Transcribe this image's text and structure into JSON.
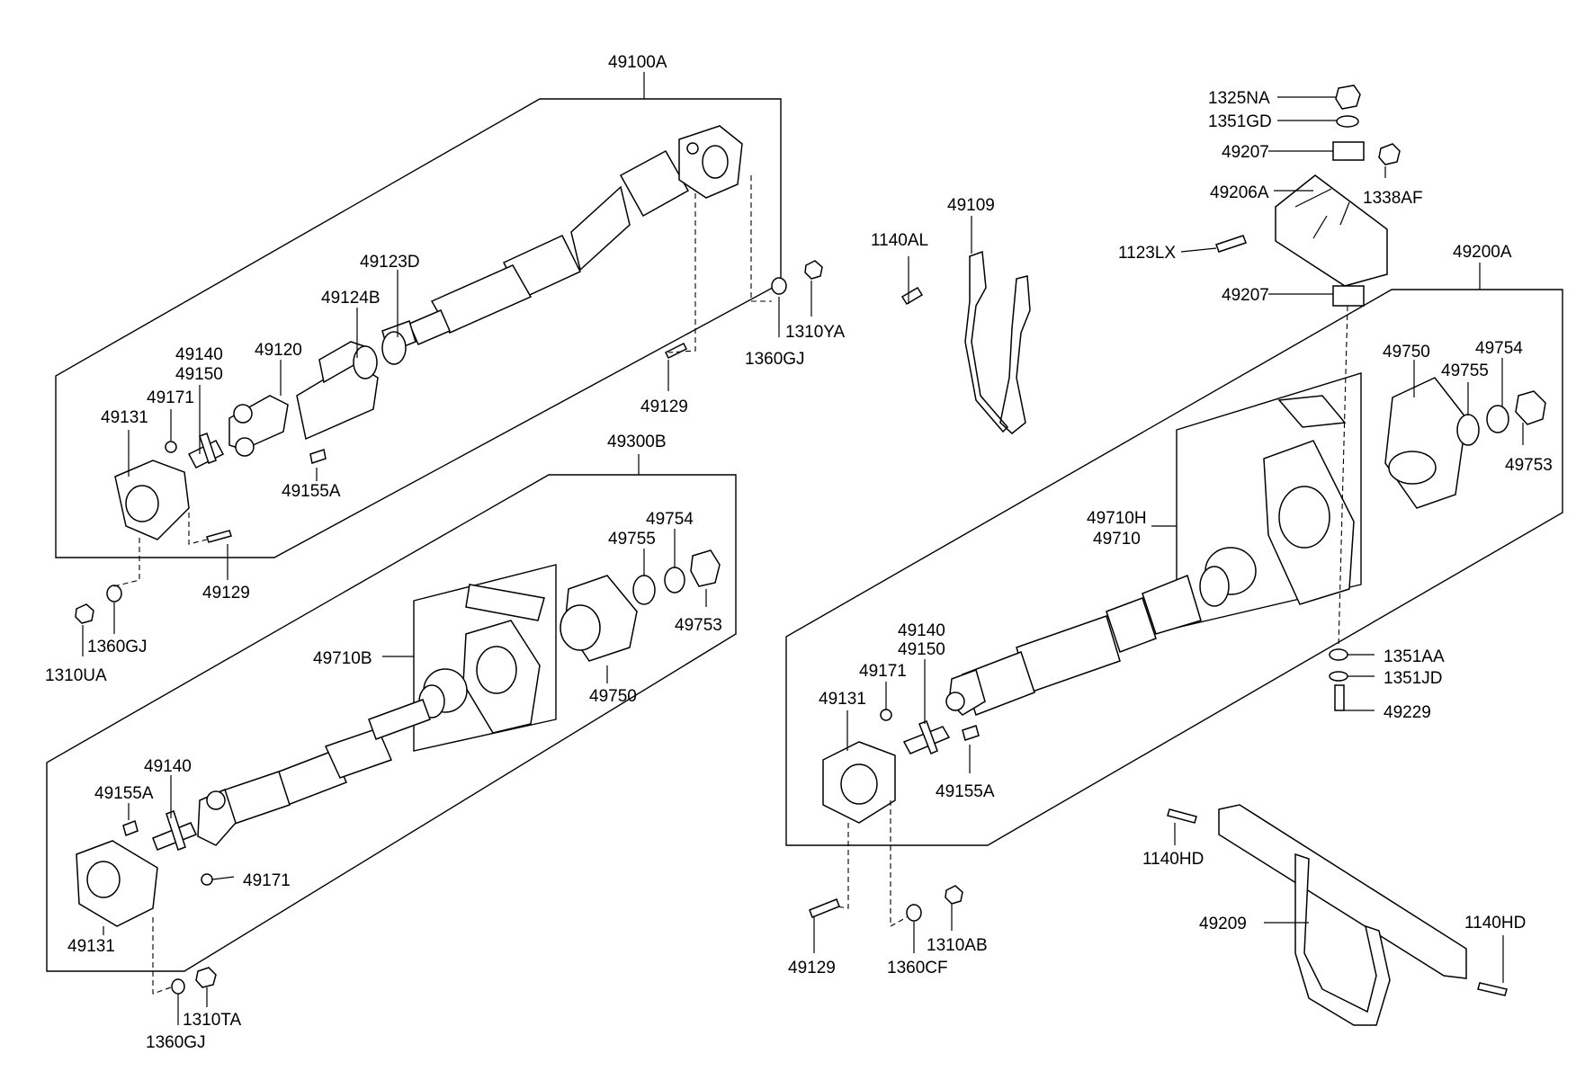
{
  "labels": {
    "l49100A": "49100A",
    "l49123D": "49123D",
    "l49124B": "49124B",
    "l49120": "49120",
    "l49140a": "49140",
    "l49150a": "49150",
    "l49171a": "49171",
    "l49131a": "49131",
    "l49155Aa": "49155A",
    "l49129a": "49129",
    "l1360GJa": "1360GJ",
    "l1310YA": "1310YA",
    "l49129b": "49129",
    "l1360GJb": "1360GJ",
    "l1310UA": "1310UA",
    "l1140AL": "1140AL",
    "l49109": "49109",
    "l1325NA": "1325NA",
    "l1351GD": "1351GD",
    "l49207a": "49207",
    "l49206A": "49206A",
    "l1338AF": "1338AF",
    "l1123LX": "1123LX",
    "l49207b": "49207",
    "l49200A": "49200A",
    "l49750a": "49750",
    "l49754a": "49754",
    "l49755a": "49755",
    "l49753a": "49753",
    "l49710H": "49710H",
    "l49710": "49710",
    "l1351AA": "1351AA",
    "l1351JD": "1351JD",
    "l49229": "49229",
    "l49140b": "49140",
    "l49150b": "49150",
    "l49171b": "49171",
    "l49131b": "49131",
    "l49155Ab": "49155A",
    "l1140HDa": "1140HD",
    "l49209": "49209",
    "l1140HDb": "1140HD",
    "l49129c": "49129",
    "l1360CF": "1360CF",
    "l1310AB": "1310AB",
    "l49300B": "49300B",
    "l49754b": "49754",
    "l49755b": "49755",
    "l49753b": "49753",
    "l49710B": "49710B",
    "l49750b": "49750",
    "l49140c": "49140",
    "l49155Ac": "49155A",
    "l49171c": "49171",
    "l49131c": "49131",
    "l1310TA": "1310TA",
    "l1360GJc": "1360GJ"
  }
}
